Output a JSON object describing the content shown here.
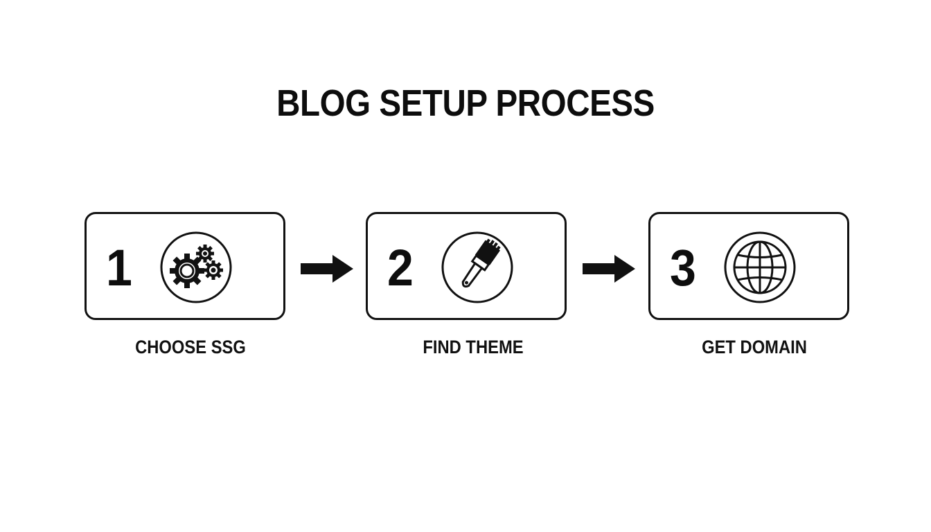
{
  "title": "BLOG SETUP PROCESS",
  "steps": [
    {
      "number": "1",
      "label": "CHOOSE SSG",
      "icon": "gears-icon"
    },
    {
      "number": "2",
      "label": "FIND THEME",
      "icon": "paintbrush-icon"
    },
    {
      "number": "3",
      "label": "GET DOMAIN",
      "icon": "globe-icon"
    }
  ],
  "colors": {
    "background": "#ffffff",
    "ink": "#111111"
  }
}
